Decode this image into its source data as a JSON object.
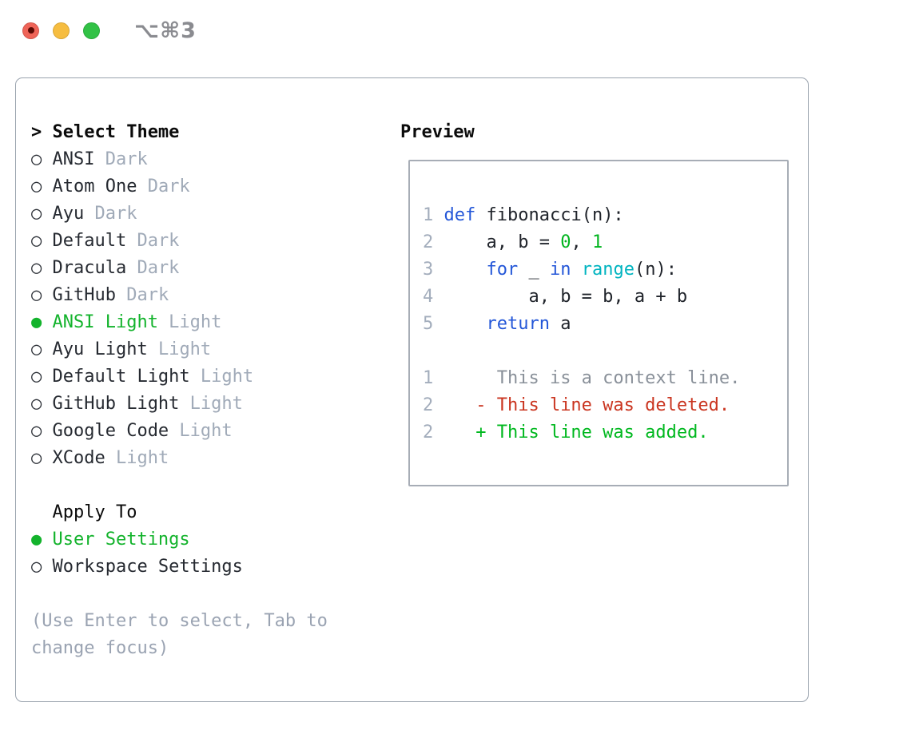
{
  "window": {
    "title": "⌥⌘3",
    "traffic_lights": {
      "close": "close-unsaved",
      "minimize": "minimize",
      "zoom": "zoom"
    }
  },
  "colors": {
    "accent_green": "#13b32c",
    "keyword_blue": "#2457d8",
    "function_cyan": "#00b4c0",
    "number_green": "#00b41e",
    "deleted_red": "#ca3520",
    "added_green": "#00b81f",
    "muted_gray": "#a0aab8",
    "text_dark": "#262a31",
    "border_gray": "#9aa3ae",
    "traffic_red": "#ef6458",
    "traffic_yellow": "#f6bd40",
    "traffic_green": "#32c246"
  },
  "theme_panel": {
    "header_marker": ">",
    "header": "Select Theme",
    "items": [
      {
        "name": "ANSI",
        "variant": "Dark",
        "selected": false
      },
      {
        "name": "Atom One",
        "variant": "Dark",
        "selected": false
      },
      {
        "name": "Ayu",
        "variant": "Dark",
        "selected": false
      },
      {
        "name": "Default",
        "variant": "Dark",
        "selected": false
      },
      {
        "name": "Dracula",
        "variant": "Dark",
        "selected": false
      },
      {
        "name": "GitHub",
        "variant": "Dark",
        "selected": false
      },
      {
        "name": "ANSI Light",
        "variant": "Light",
        "selected": true
      },
      {
        "name": "Ayu Light",
        "variant": "Light",
        "selected": false
      },
      {
        "name": "Default Light",
        "variant": "Light",
        "selected": false
      },
      {
        "name": "GitHub Light",
        "variant": "Light",
        "selected": false
      },
      {
        "name": "Google Code",
        "variant": "Light",
        "selected": false
      },
      {
        "name": "XCode",
        "variant": "Light",
        "selected": false
      }
    ]
  },
  "apply_panel": {
    "header": "Apply To",
    "items": [
      {
        "label": "User Settings",
        "selected": true
      },
      {
        "label": "Workspace Settings",
        "selected": false
      }
    ]
  },
  "hint": {
    "text": "(Use Enter to select, Tab to\nchange focus)"
  },
  "preview": {
    "header": "Preview",
    "code_lines": [
      {
        "num": "1",
        "tokens": [
          {
            "t": " ",
            "c": "fg"
          },
          {
            "t": "def",
            "c": "kw"
          },
          {
            "t": " fibonacci(n):",
            "c": "fg"
          }
        ]
      },
      {
        "num": "2",
        "tokens": [
          {
            "t": "     a, b = ",
            "c": "fg"
          },
          {
            "t": "0",
            "c": "num"
          },
          {
            "t": ", ",
            "c": "fg"
          },
          {
            "t": "1",
            "c": "num"
          }
        ]
      },
      {
        "num": "3",
        "tokens": [
          {
            "t": "     ",
            "c": "fg"
          },
          {
            "t": "for",
            "c": "kw"
          },
          {
            "t": " _ ",
            "c": "fg"
          },
          {
            "t": "in",
            "c": "kw"
          },
          {
            "t": " ",
            "c": "fg"
          },
          {
            "t": "range",
            "c": "fn"
          },
          {
            "t": "(n):",
            "c": "fg"
          }
        ]
      },
      {
        "num": "4",
        "tokens": [
          {
            "t": "         a, b = b, a + b",
            "c": "fg"
          }
        ]
      },
      {
        "num": "5",
        "tokens": [
          {
            "t": "     ",
            "c": "fg"
          },
          {
            "t": "return",
            "c": "kw"
          },
          {
            "t": " a",
            "c": "fg"
          }
        ]
      }
    ],
    "diff_lines": [
      {
        "num": "1",
        "tokens": [
          {
            "t": "      This is a context line.",
            "c": "ctx"
          }
        ]
      },
      {
        "num": "2",
        "tokens": [
          {
            "t": "    - This line was deleted.",
            "c": "del"
          }
        ]
      },
      {
        "num": "2",
        "tokens": [
          {
            "t": "    + This line was added.",
            "c": "add"
          }
        ]
      }
    ]
  }
}
